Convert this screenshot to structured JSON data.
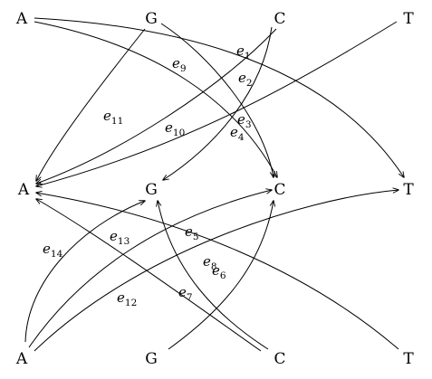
{
  "nodes": [
    {
      "id": "top-a",
      "label": "A"
    },
    {
      "id": "top-g",
      "label": "G"
    },
    {
      "id": "top-c",
      "label": "C"
    },
    {
      "id": "top-t",
      "label": "T"
    },
    {
      "id": "mid-a",
      "label": "A"
    },
    {
      "id": "mid-g",
      "label": "G"
    },
    {
      "id": "mid-c",
      "label": "C"
    },
    {
      "id": "mid-t",
      "label": "T"
    },
    {
      "id": "bot-a",
      "label": "A"
    },
    {
      "id": "bot-g",
      "label": "G"
    },
    {
      "id": "bot-c",
      "label": "C"
    },
    {
      "id": "bot-t",
      "label": "T"
    }
  ],
  "edge_labels": [
    {
      "id": "e1",
      "base": "e",
      "sub": "1"
    },
    {
      "id": "e2",
      "base": "e",
      "sub": "2"
    },
    {
      "id": "e3",
      "base": "e",
      "sub": "3"
    },
    {
      "id": "e4",
      "base": "e",
      "sub": "4"
    },
    {
      "id": "e5",
      "base": "e",
      "sub": "5"
    },
    {
      "id": "e6",
      "base": "e",
      "sub": "6"
    },
    {
      "id": "e7",
      "base": "e",
      "sub": "7"
    },
    {
      "id": "e8",
      "base": "e",
      "sub": "8"
    },
    {
      "id": "e9",
      "base": "e",
      "sub": "9"
    },
    {
      "id": "e10",
      "base": "e",
      "sub": "10"
    },
    {
      "id": "e11",
      "base": "e",
      "sub": "11"
    },
    {
      "id": "e12",
      "base": "e",
      "sub": "12"
    },
    {
      "id": "e13",
      "base": "e",
      "sub": "13"
    },
    {
      "id": "e14",
      "base": "e",
      "sub": "14"
    }
  ]
}
